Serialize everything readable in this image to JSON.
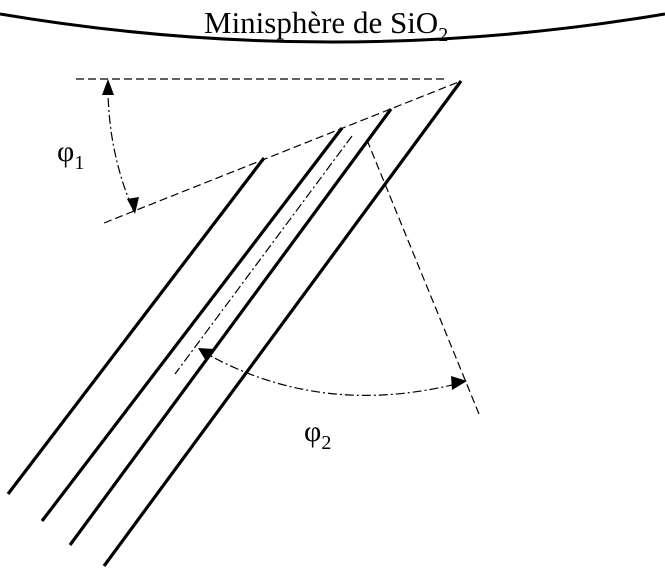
{
  "title": {
    "main": "Minisphère de SiO",
    "subscript": "2"
  },
  "angle_1": {
    "symbol": "φ",
    "subscript": "1"
  },
  "angle_2": {
    "symbol": "φ",
    "subscript": "2"
  },
  "colors": {
    "ink": "#000000",
    "background": "#ffffff"
  }
}
